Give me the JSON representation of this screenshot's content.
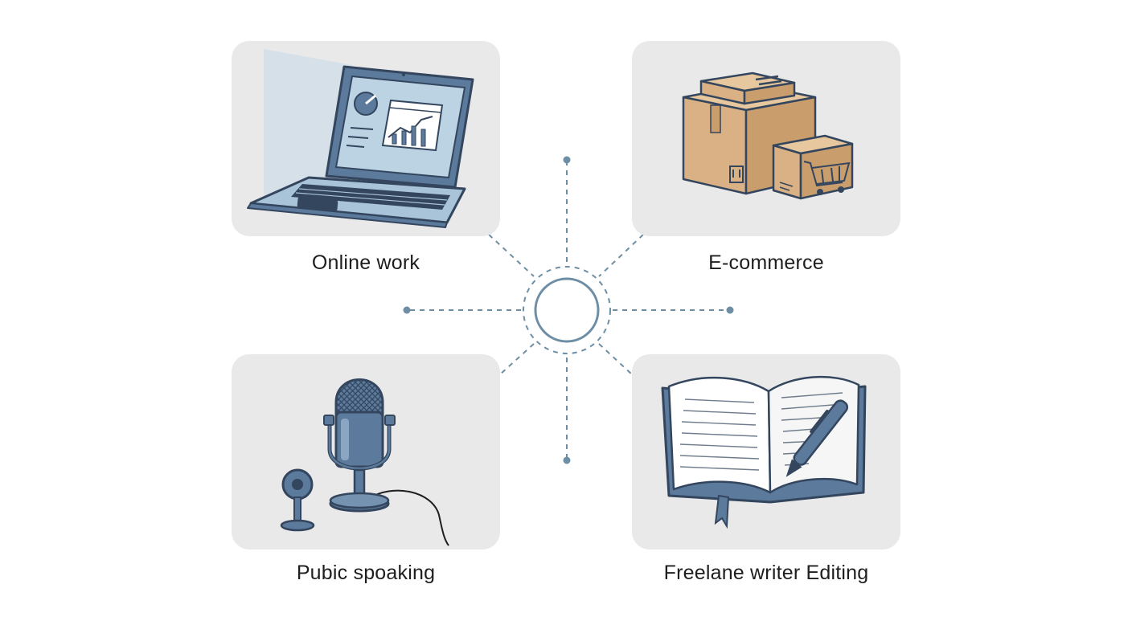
{
  "nodes": [
    {
      "id": "online-work",
      "label": "Online work",
      "icon": "laptop-icon"
    },
    {
      "id": "e-commerce",
      "label": "E-commerce",
      "icon": "shipping-boxes-icon"
    },
    {
      "id": "public-speaking",
      "label": "Pubic spoaking",
      "icon": "microphone-icon"
    },
    {
      "id": "freelance-writer",
      "label": "Freelane writer Editing",
      "icon": "open-book-pen-icon"
    }
  ],
  "hub": {
    "icon": "hub-circle-icon"
  },
  "colors": {
    "card_background": "#e9e9ea",
    "connector": "#6d8ea4",
    "outline": "#34465e",
    "steel_blue": "#5b7a9c",
    "screen_blue": "#bcd3e4",
    "cardboard": "#d9b184",
    "label_text": "#1e1e1e"
  }
}
